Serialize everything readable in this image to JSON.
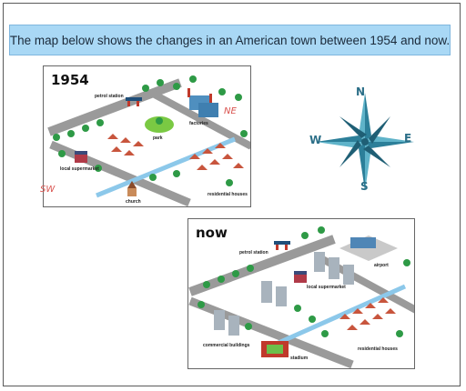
{
  "banner": {
    "text": "The map below shows the changes in an American town between 1954 and now."
  },
  "map_1954": {
    "title": "1954",
    "labels": {
      "petrol_station": "petrol station",
      "park": "park",
      "factories": "factories",
      "local_supermarket": "local supermarket",
      "church": "church",
      "residential_houses": "residential houses"
    },
    "annotations": {
      "ne": "NE",
      "sw": "SW"
    }
  },
  "map_now": {
    "title": "now",
    "labels": {
      "petrol_station": "petrol station",
      "airport": "airport",
      "local_supermarket": "local supermarket",
      "commercial_buildings": "commercial buildings",
      "stadium": "stadium",
      "residential_houses": "residential houses"
    }
  },
  "compass": {
    "n": "N",
    "e": "E",
    "s": "S",
    "w": "W"
  },
  "colors": {
    "banner_bg": "#a9d8f5",
    "road": "#9a9a9a",
    "river": "#8cc8ea",
    "tree": "#2e9a46",
    "compass": "#2c7f99",
    "annotation": "#d9534f"
  }
}
